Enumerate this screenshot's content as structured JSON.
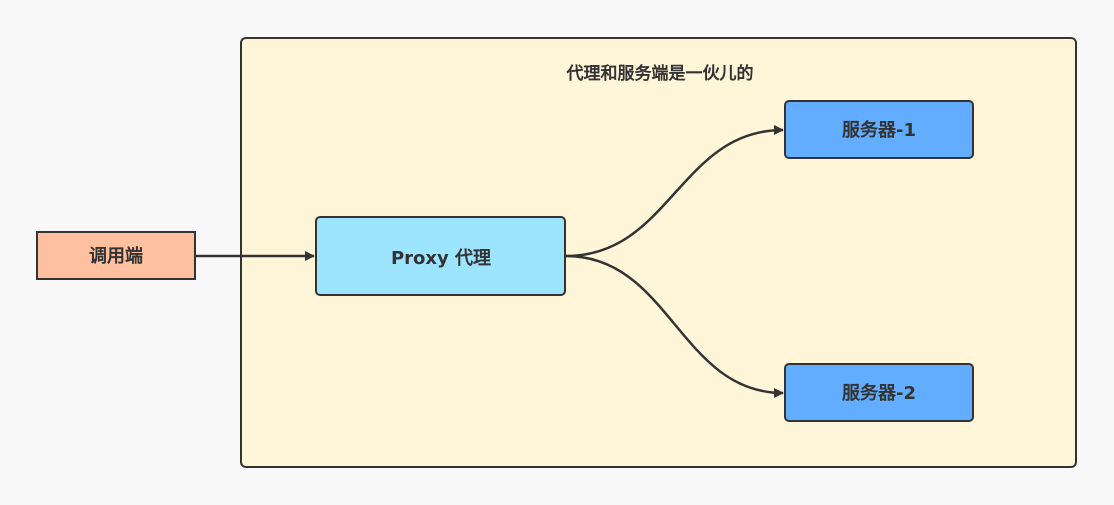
{
  "diagram": {
    "group": {
      "title": "代理和服务端是一伙儿的",
      "fill": "#fff6da",
      "stroke": "#333333"
    },
    "nodes": {
      "caller": {
        "label": "调用端",
        "fill": "#ffc0a0"
      },
      "proxy": {
        "label": "Proxy 代理",
        "fill": "#9de4ff"
      },
      "server1": {
        "label": "服务器-1",
        "fill": "#62adff"
      },
      "server2": {
        "label": "服务器-2",
        "fill": "#62adff"
      }
    },
    "edges": [
      {
        "from": "调用端",
        "to": "Proxy 代理"
      },
      {
        "from": "Proxy 代理",
        "to": "服务器-1"
      },
      {
        "from": "Proxy 代理",
        "to": "服务器-2"
      }
    ],
    "line_color": "#333333"
  }
}
